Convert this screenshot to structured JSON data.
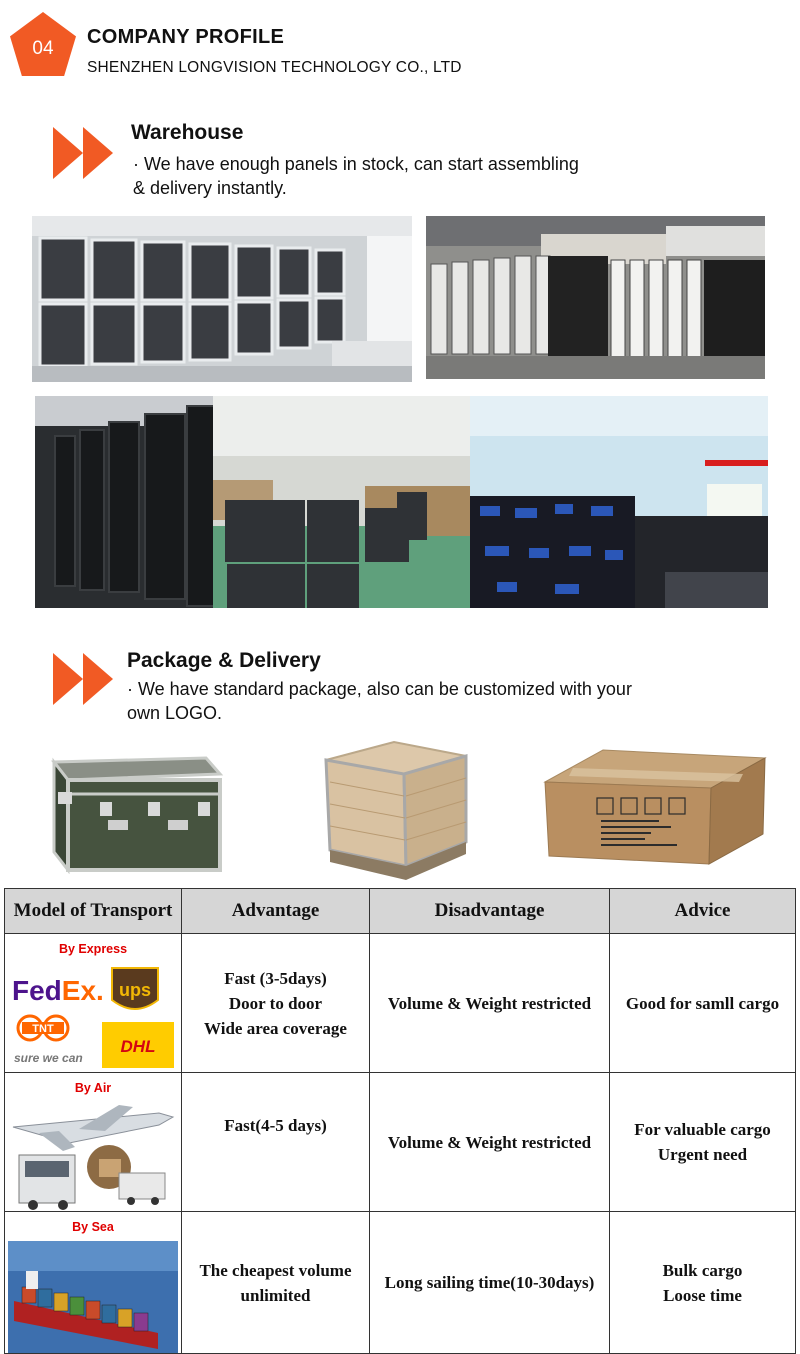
{
  "header": {
    "badge": "04",
    "title": "COMPANY PROFILE",
    "subtitle": "SHENZHEN LONGVISION TECHNOLOGY CO., LTD"
  },
  "colors": {
    "accent": "#f15a24",
    "label_red": "#e00000",
    "table_header_bg": "#d6d6d6"
  },
  "warehouse": {
    "title": "Warehouse",
    "text_line1": "· We have enough panels in stock, can start assembling",
    "text_line2": "& delivery instantly."
  },
  "package": {
    "title": "Package & Delivery",
    "text_line1": "· We have standard package, also can be customized with your",
    "text_line2": "own LOGO."
  },
  "icons": {
    "section_marker": "double-arrow-icon",
    "carton_symbols": [
      "fragile-icon",
      "keep-dry-icon",
      "this-side-up-icon",
      "recycle-icon"
    ]
  },
  "logos": {
    "fedex_fed": "Fed",
    "fedex_ex": "Ex.",
    "ups": "ups",
    "tnt": "TNT",
    "tnt_tagline": "sure we can",
    "dhl": "DHL"
  },
  "table": {
    "headers": [
      "Model of Transport",
      "Advantage",
      "Disadvantage",
      "Advice"
    ],
    "rows": [
      {
        "mode": "By Express",
        "advantage": [
          "Fast (3-5days)",
          "Door to door",
          "Wide area coverage"
        ],
        "disadvantage": [
          "Volume & Weight restricted"
        ],
        "advice": [
          "Good for samll cargo"
        ]
      },
      {
        "mode": "By Air",
        "advantage": [
          "Fast(4-5 days)"
        ],
        "disadvantage": [
          "Volume & Weight restricted"
        ],
        "advice": [
          "For valuable cargo",
          "Urgent need"
        ]
      },
      {
        "mode": "By Sea",
        "advantage": [
          "The cheapest volume",
          "unlimited"
        ],
        "disadvantage": [
          "Long sailing time(10-30days)"
        ],
        "advice": [
          "Bulk cargo",
          "Loose time"
        ]
      }
    ]
  }
}
